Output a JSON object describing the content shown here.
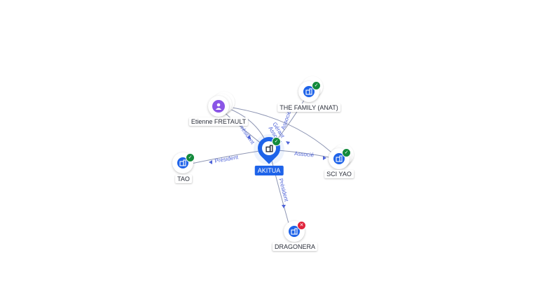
{
  "colors": {
    "accent": "#1e63e9",
    "person": "#8a55e6",
    "status_ok": "#138a3c",
    "status_ko": "#e0243c",
    "edge": "#8d95b3",
    "edge_label": "#4f64d8"
  },
  "graph": {
    "center": {
      "name": "AKITUA",
      "icon": "building-icon",
      "status": "ok"
    },
    "nodes": [
      {
        "id": "the-family-anat",
        "name": "THE FAMILY (ANAT)",
        "icon": "building-icon",
        "status": "ok"
      },
      {
        "id": "etienne-fretault",
        "name": "Etienne FRETAULT",
        "icon": "person-icon",
        "status": ""
      },
      {
        "id": "tao",
        "name": "TAO",
        "icon": "building-icon",
        "status": "ok"
      },
      {
        "id": "sci-yao",
        "name": "SCI YAO",
        "icon": "building-icon",
        "status": "ok"
      },
      {
        "id": "dragonera",
        "name": "DRAGONERA",
        "icon": "building-icon",
        "status": "ko"
      }
    ],
    "edges": [
      {
        "id": "e-tao",
        "label": "Président"
      },
      {
        "id": "e-drag",
        "label": "Président"
      },
      {
        "id": "e-sci",
        "label": "Associé"
      },
      {
        "id": "e-et-1",
        "label": "Président"
      },
      {
        "id": "e-et-2",
        "label": "Gérant"
      },
      {
        "id": "e-et-3",
        "label": "Associé"
      },
      {
        "id": "e-fam",
        "label": "Associé"
      }
    ]
  }
}
